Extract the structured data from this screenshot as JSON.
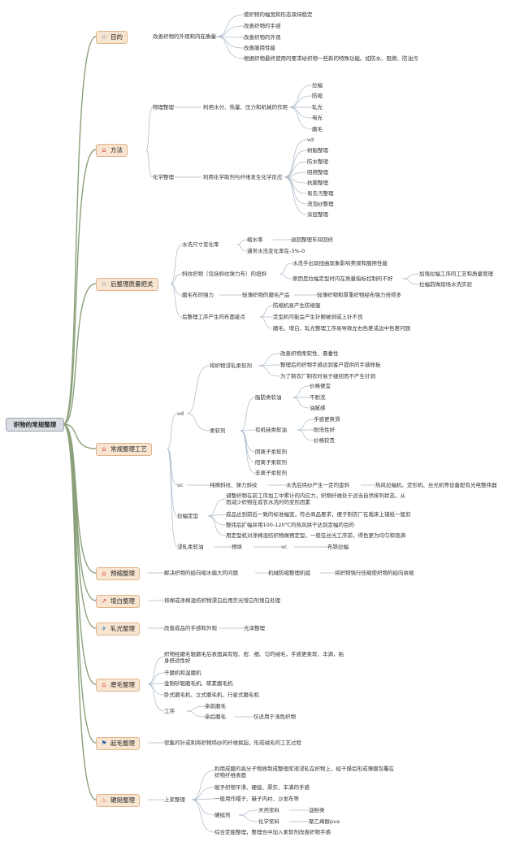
{
  "root": "织物的常规整理",
  "branches": {
    "mudi": {
      "title": "目的",
      "l1": "改善织物的外观和内在质量",
      "items": [
        "使织物的幅宽和形态保持稳定",
        "改善织物的手感",
        "改善织物的外观",
        "改善服用性能",
        "根据织物最终使用的要求给织物一些新的特殊功能。如防水、阻燃、防油污"
      ]
    },
    "fangfa": {
      "title": "方法",
      "wuli": {
        "label": "物理整理",
        "desc": "利用水分、热量、压力和机械的作用",
        "items": [
          "拉幅",
          "防缩",
          "轧光",
          "电光",
          "磨毛"
        ]
      },
      "huaxue": {
        "label": "化学整理",
        "desc": "利用化学助剂与纤维发生化学反应",
        "items": [
          "vd",
          "树脂整理",
          "防水整理",
          "阻燃整理",
          "抗菌整理",
          "易去污整理",
          "流泡纱整理",
          "涂层整理"
        ]
      }
    },
    "houzhengli": {
      "title": "后整理质量把关",
      "shuixi": {
        "label": "水洗尺寸变化率",
        "a": "缩水率",
        "a2": "退回整理车间回修",
        "b": "通常水洗变化率在-3%-0"
      },
      "xiexie": {
        "label": "斜纹织物（包括斜纹弹力布）的扭斜",
        "a": "水洗手出现扭曲现象影响美观和服用性能",
        "b": "原因是拉幅定型时内在质量指标控制的不好",
        "c1": "加强拉幅工序的工艺和质量管理",
        "c2": "拉幅前做现场水洗实验"
      },
      "mohao": {
        "label": "磨毛布的强力",
        "a": "轻薄织物的磨毛产品",
        "b": "轻薄织物和厚重织物经布强力倍得多"
      },
      "quexian": {
        "label": "后整理工序产生的布面疵点",
        "items": [
          "防缩机易产生防缩皱",
          "定型机可能会产生针眼破洞或上针不良",
          "磨毛、增白、轧光整理工序易导致左右色差或边中色差问题"
        ]
      }
    },
    "changgui": {
      "title": "常规整理工艺",
      "vd": "vd",
      "jinzha": {
        "label": "将织物浸轧柔软剂",
        "items": [
          "改善织物柔软性、悬垂性",
          "整理后的织物手感达到客户提供的手感样板",
          "为了制衣厂制衣时易于缝纫而不产生针洞"
        ]
      },
      "rouruan": "柔软剂",
      "zhifang": {
        "label": "脂肪类软油",
        "items": [
          "价格便宜",
          "不耐洗",
          "油腻感"
        ]
      },
      "youjigui": {
        "label": "有机硅类软油",
        "items": [
          "手感更爽滑",
          "耐洗性好",
          "价格较贵"
        ]
      },
      "lizi": [
        "阴离子柔软剂",
        "阳离子柔软剂",
        "非离子柔软剂"
      ],
      "vc": "vc",
      "vc_a": "纯棉斜纹、弹力斜纹",
      "vc_b": "水洗后纬纱产生一定的歪斜",
      "vc_c": "热风拉幅机、定形机、丝光机等设备配有光电整纬器",
      "lafu": {
        "label": "拉幅定型",
        "items": [
          "调整织物在前工序加工中累计的内应力，织物纤维处于适当自然排列状态，从而减少织物在成衣水洗时的变形因素",
          "成品达到前后一致的标准幅宽，符合商品要求，便于制衣厂在裁床上铺纸一般剪",
          "整纬后扩幅并用100-120℃的热风烘干达到定幅的目的",
          "用定型机对涤棉混纺织物做预定型，一般在丝光工序前，得色更为均匀和饱满"
        ]
      },
      "jinzha2": {
        "label": "浸轧柔软油",
        "a": "预烘",
        "b": "vc",
        "c": "布铁拉幅"
      }
    },
    "yusuo": {
      "title": "预缩整理",
      "a": "解决织物的经向缩水偏大的问题",
      "b": "机械防缩整理机组",
      "c": "将织物强行压缩使织物的经向收缩"
    },
    "zengbai": {
      "title": "增白整理",
      "a": "将棉或涤棉混纺织物漂白后用荧光增白剂增白处理"
    },
    "zhaguang": {
      "title": "轧光整理",
      "a": "改善成品的手感和外观",
      "b": "光泽整理"
    },
    "momao": {
      "title": "磨毛整理",
      "items": [
        "织物经磨毛辊磨毛后表面具有短、密、细、匀的绒毛，手感更柔软、丰满，贴身舒适性好",
        "干磨机和湿磨机",
        "金刚砂辊磨毛机、碳素磨毛机",
        "卧式磨毛机、立式磨毛机、行星式磨毛机"
      ],
      "gongxu": "工序",
      "ranqian": "染前磨毛",
      "ranhou": "染后磨毛",
      "ranhou_b": "仅适用于浅色织物"
    },
    "qimao": {
      "title": "起毛整理",
      "a": "密集的针或刺将织物纬纱的纤维挑起，形成绒毛的工艺过程"
    },
    "yingting": {
      "title": "硬挺整理",
      "shang": "上浆整理",
      "items": [
        "利用成膜的高分子物质制成整理浆液浸轧在织物上，经干燥后形成薄膜包覆在织物纤维表面",
        "赋予织物平滑、硬挺、厚实、丰满的手感",
        "一般用作帽子、鞋子内衬、沙发布等"
      ],
      "yingting_ji": "硬挺剂",
      "tianran": "天然浆料",
      "tianran_b": "淀粉类",
      "huaxue": "化学浆料",
      "huaxue_b": "聚乙烯醇pva",
      "zonghe": "综合定能整理，整理也中加入柔软剂改善织物手感"
    }
  }
}
